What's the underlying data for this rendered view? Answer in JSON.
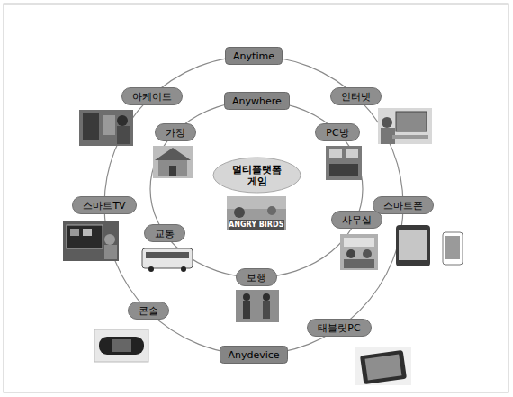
{
  "diagram": {
    "nodes": [
      {
        "text": [
          "Anytime"
        ]
      },
      {
        "text": [
          "아케이드"
        ]
      },
      {
        "text": [
          "인터넷"
        ]
      },
      {
        "text": [
          "Anywhere"
        ]
      },
      {
        "text": [
          "가정"
        ]
      },
      {
        "text": [
          "PC방"
        ]
      },
      {
        "text": [
          "멀티플랫폼 게임"
        ]
      },
      {
        "text": [
          "스마트TV"
        ]
      },
      {
        "text": [
          "스마트폰"
        ]
      },
      {
        "text": [
          "사무실"
        ]
      },
      {
        "text": [
          "교통"
        ]
      },
      {
        "text": [
          "보행"
        ]
      },
      {
        "text": [
          "콘솔"
        ]
      },
      {
        "text": [
          "태블릿PC"
        ]
      },
      {
        "text": [
          "Anydevice"
        ]
      }
    ],
    "labels": [
      "ANGRY BIRDS"
    ]
  }
}
